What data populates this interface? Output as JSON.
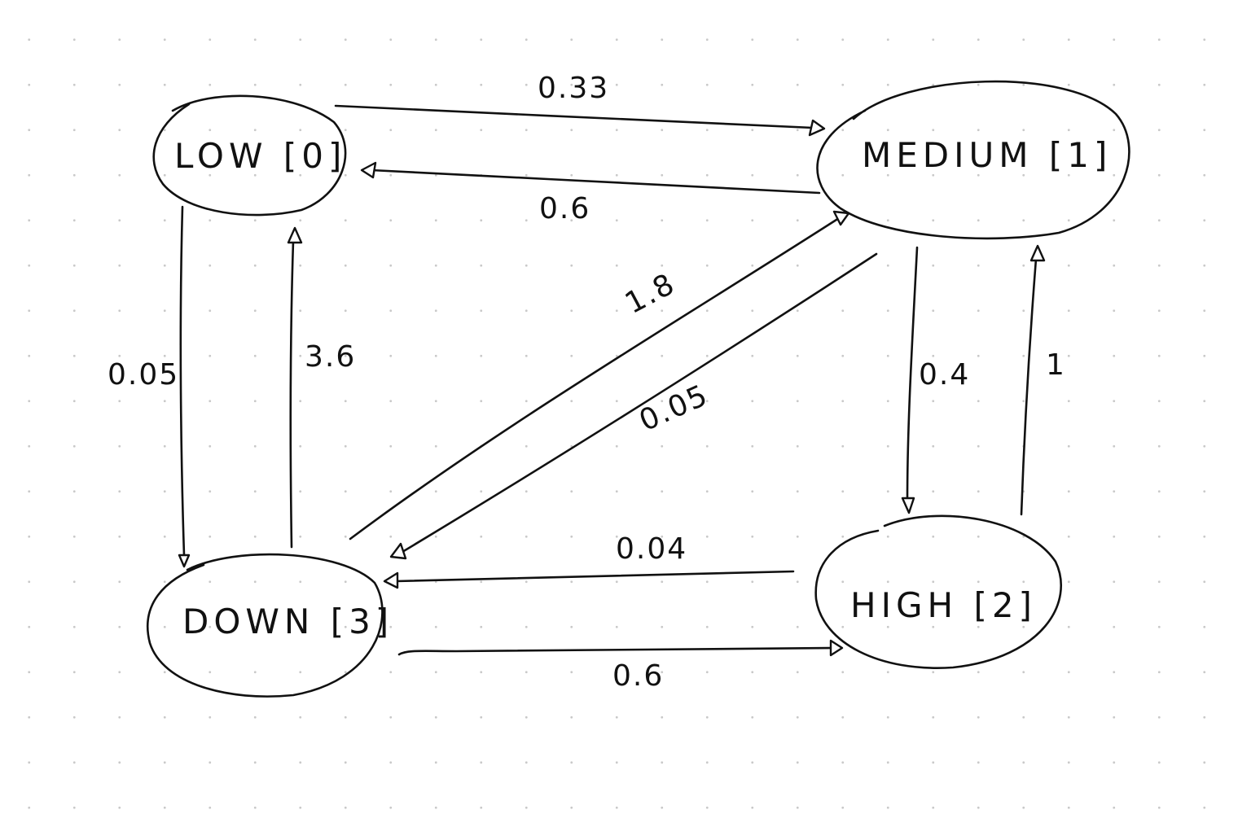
{
  "states": {
    "low": "LOW [0]",
    "medium": "MEDIUM [1]",
    "high": "HIGH [2]",
    "down": "DOWN [3]"
  },
  "transitions": {
    "low_to_medium": "0.33",
    "medium_to_low": "0.6",
    "low_to_down": "0.05",
    "down_to_low": "3.6",
    "down_to_medium": "1.8",
    "medium_to_down": "0.05",
    "medium_to_high": "0.4",
    "high_to_medium": "1",
    "high_to_down": "0.04",
    "down_to_high": "0.6"
  },
  "colors": {
    "ink": "#111111",
    "grid_dot": "#c9c9c9",
    "background": "#ffffff"
  }
}
